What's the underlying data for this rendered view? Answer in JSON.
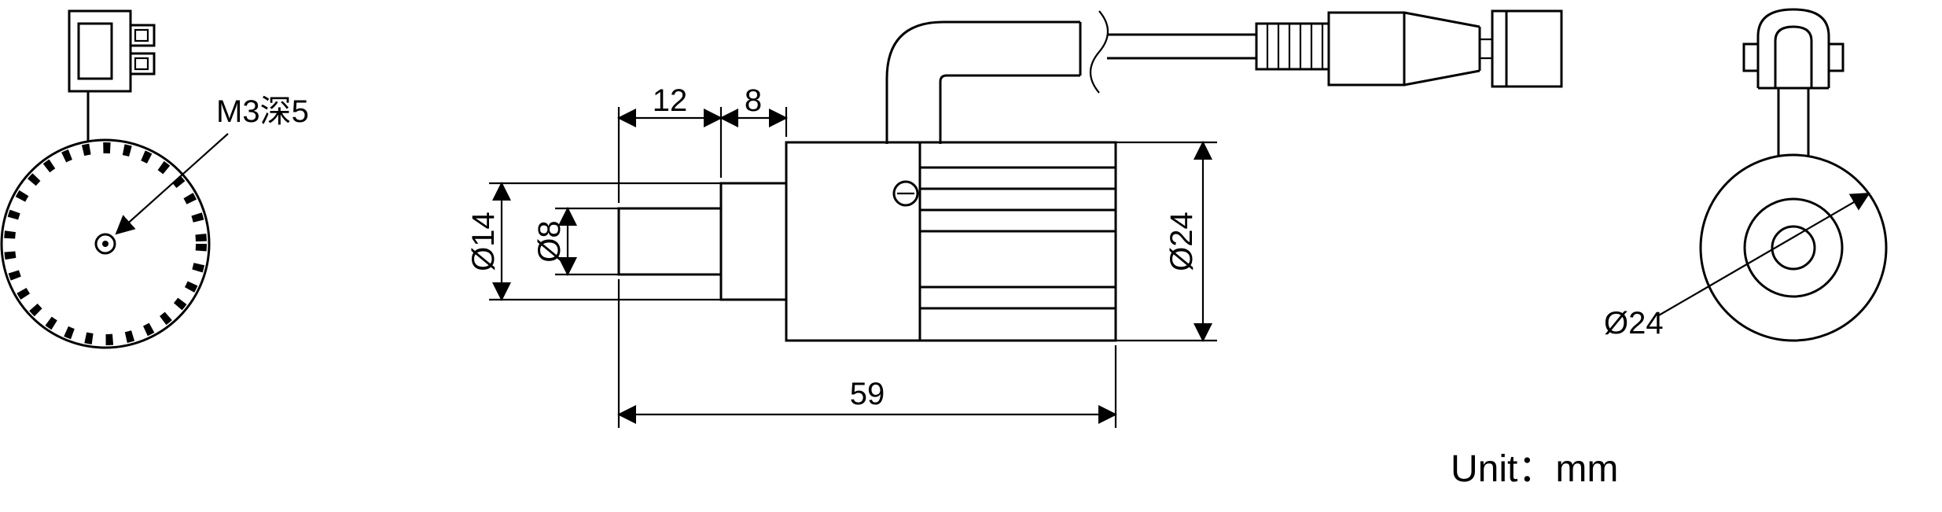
{
  "colors": {
    "background": "#ffffff",
    "line": "#000000"
  },
  "labels": {
    "front_thread": "M3深5",
    "dim_shaft_len": "12",
    "dim_boss_len": "8",
    "dim_total_len": "59",
    "dia_shaft": "Ø8",
    "dia_boss": "Ø14",
    "dia_body": "Ø24",
    "dia_rear": "Ø24",
    "unit": "Unit：mm"
  },
  "views": {
    "front": "front-view-shaft-end",
    "side": "side-view-with-cable",
    "rear": "rear-view-cable-end"
  },
  "dimensions_mm": {
    "shaft_extension_length": 12,
    "boss_length": 8,
    "overall_body_length": 59,
    "shaft_diameter": 8,
    "boss_diameter": 14,
    "body_diameter": 24,
    "thread_label": "M3深5"
  }
}
